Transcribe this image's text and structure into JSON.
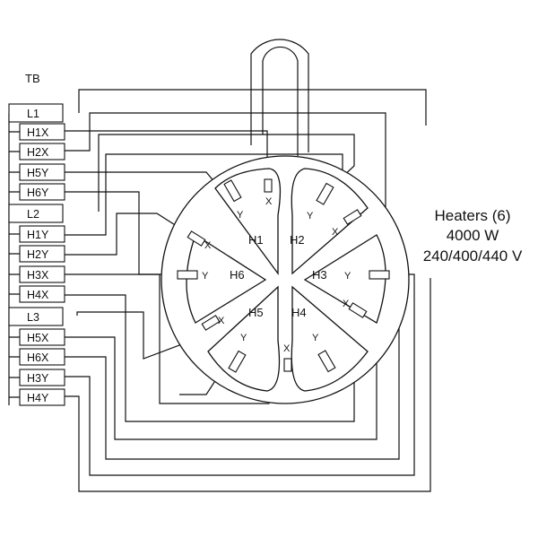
{
  "terminal_block": {
    "title": "TB",
    "groups": [
      {
        "line": "L1",
        "terminals": [
          "H1X",
          "H2X",
          "H5Y",
          "H6Y"
        ]
      },
      {
        "line": "L2",
        "terminals": [
          "H1Y",
          "H2Y",
          "H3X",
          "H4X"
        ]
      },
      {
        "line": "L3",
        "terminals": [
          "H5X",
          "H6X",
          "H3Y",
          "H4Y"
        ]
      }
    ]
  },
  "heaters": [
    "H1",
    "H2",
    "H3",
    "H4",
    "H5",
    "H6"
  ],
  "terminal_markers": {
    "x": "X",
    "y": "Y"
  },
  "specs": {
    "line1": "Heaters (6)",
    "line2": "4000 W",
    "line3": "240/400/440 V"
  }
}
